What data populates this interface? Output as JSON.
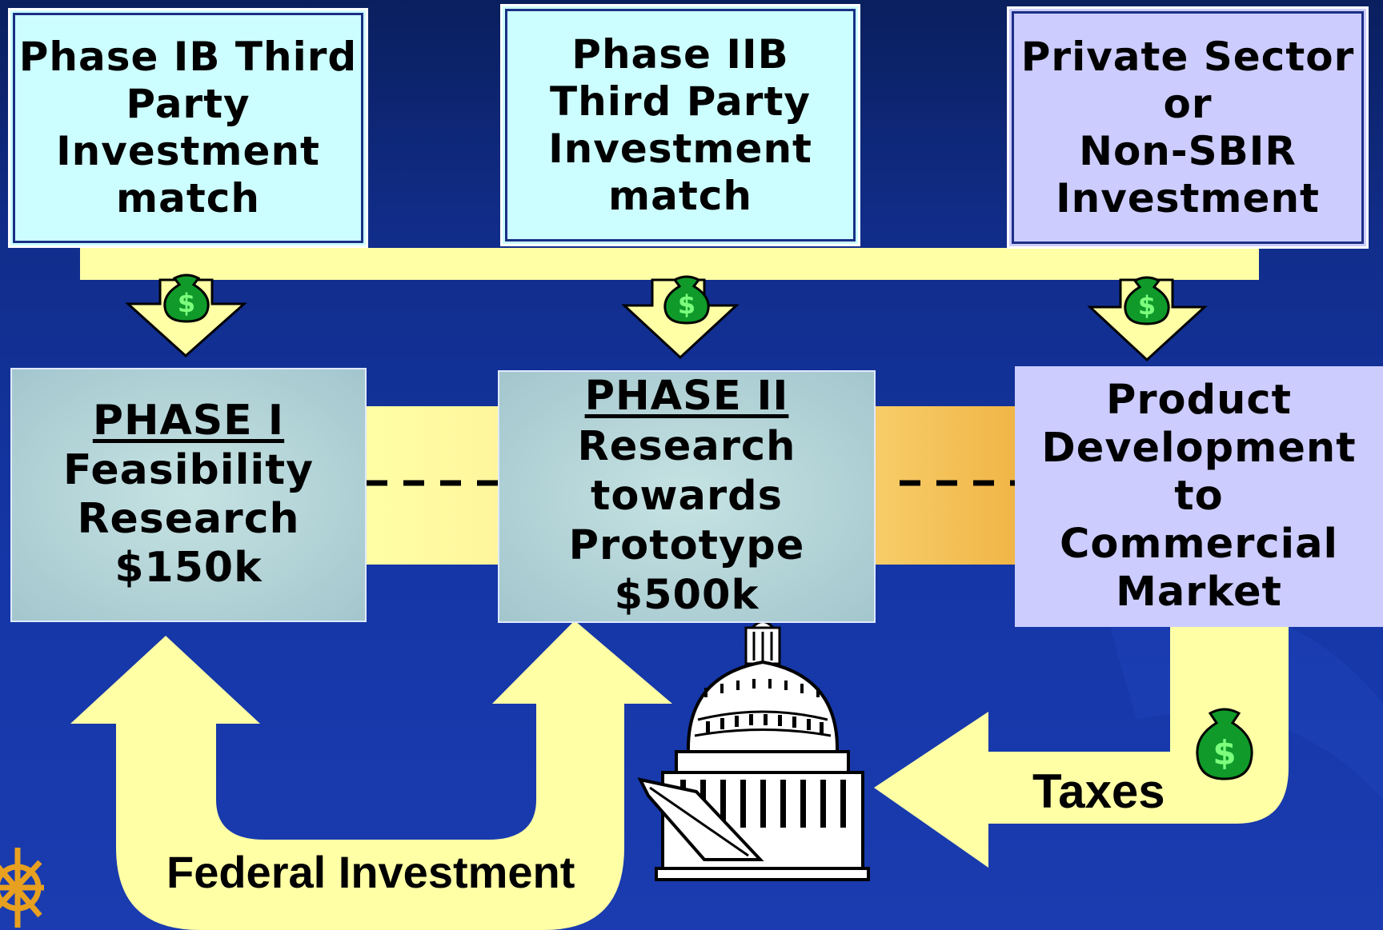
{
  "top_boxes": {
    "phase_ib": [
      "Phase IB Third",
      "Party",
      "Investment",
      "match"
    ],
    "phase_iib": [
      "Phase IIB",
      "Third Party",
      "Investment",
      "match"
    ],
    "private": [
      "Private Sector",
      "or",
      "Non-SBIR",
      "Investment"
    ]
  },
  "phase_i": {
    "heading": "PHASE I",
    "lines": [
      "Feasibility",
      "Research",
      "$150k"
    ]
  },
  "phase_ii": {
    "heading": "PHASE II",
    "lines": [
      "Research",
      "towards",
      "Prototype",
      "$500k"
    ]
  },
  "commercial": {
    "lines": [
      "Product",
      "Development to",
      "Commercial",
      "Market"
    ]
  },
  "labels": {
    "federal_investment": "Federal Investment",
    "taxes": "Taxes"
  },
  "icons": {
    "money": "money-bag-icon",
    "dollar_symbol": "$",
    "capitol": "capitol-building-icon",
    "star": "gold-star-icon"
  },
  "colors": {
    "background": "#1436a6",
    "arrow_yellow": "#ffffa6",
    "money_green": "#0f9a2a",
    "top_box_cyan": "#ccfeff",
    "lavender": "#ccccff",
    "phase_teal": "#a3c6cd"
  }
}
